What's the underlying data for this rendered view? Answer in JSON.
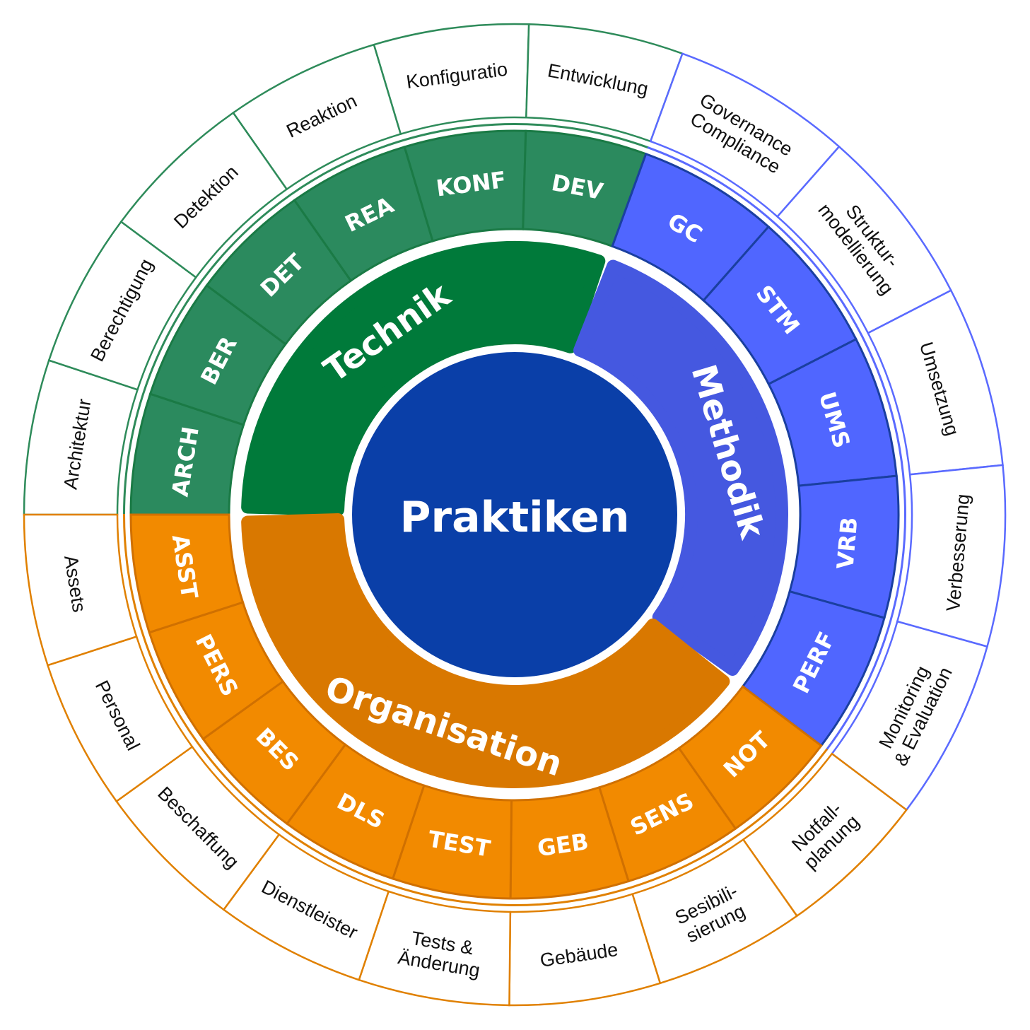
{
  "center": {
    "label": "Praktiken",
    "color": "#0a3fa8"
  },
  "categories": [
    {
      "label": "Technik",
      "colors": {
        "main": "#007a3a",
        "abbr": "#2b8a5e",
        "abbr_line": "#1a7a45",
        "outer_line": "#2e8b5a"
      },
      "items": [
        {
          "abbr": "ARCH",
          "name": [
            "Architektur"
          ]
        },
        {
          "abbr": "BER",
          "name": [
            "Berechtigung"
          ]
        },
        {
          "abbr": "DET",
          "name": [
            "Detektion"
          ]
        },
        {
          "abbr": "REA",
          "name": [
            "Reaktion"
          ]
        },
        {
          "abbr": "KONF",
          "name": [
            "Konfiguratio"
          ]
        },
        {
          "abbr": "DEV",
          "name": [
            "Entwicklung"
          ]
        }
      ]
    },
    {
      "label": "Methodik",
      "colors": {
        "main": "#4558e0",
        "abbr": "#5066ff",
        "abbr_line": "#1a3fa0",
        "outer_line": "#5a6aff"
      },
      "items": [
        {
          "abbr": "GC",
          "name": [
            "Governance",
            "Compliance"
          ]
        },
        {
          "abbr": "STM",
          "name": [
            "Struktur-",
            "modellierung"
          ]
        },
        {
          "abbr": "UMS",
          "name": [
            "Umsetzung"
          ]
        },
        {
          "abbr": "VRB",
          "name": [
            "Verbesserung"
          ]
        },
        {
          "abbr": "PERF",
          "name": [
            "Monitoring",
            "& Evaluation"
          ]
        }
      ]
    },
    {
      "label": "Organisation",
      "colors": {
        "main": "#d97800",
        "abbr": "#f28a00",
        "abbr_line": "#d07000",
        "outer_line": "#e08000"
      },
      "items": [
        {
          "abbr": "NOT",
          "name": [
            "Notfall-",
            "planung"
          ]
        },
        {
          "abbr": "SENS",
          "name": [
            "Sesibili-",
            "sierung"
          ]
        },
        {
          "abbr": "GEB",
          "name": [
            "Gebäude"
          ]
        },
        {
          "abbr": "TEST",
          "name": [
            "Tests &",
            "Änderung"
          ]
        },
        {
          "abbr": "DLS",
          "name": [
            "Dienstleister"
          ]
        },
        {
          "abbr": "BES",
          "name": [
            "Beschaffung"
          ]
        },
        {
          "abbr": "PERS",
          "name": [
            "Personal"
          ]
        },
        {
          "abbr": "ASST",
          "name": [
            "Assets"
          ]
        }
      ]
    }
  ]
}
